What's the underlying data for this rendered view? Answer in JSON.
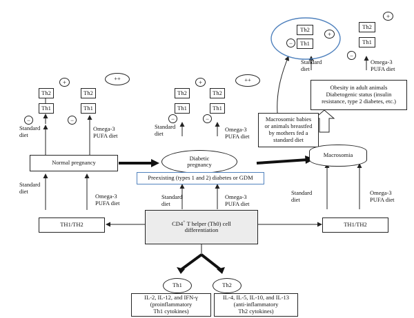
{
  "nodes": {
    "th2": "Th2",
    "th1": "Th1",
    "plus": "+",
    "plusplus": "++",
    "minus": "−",
    "standard_diet": "Standard\ndiet",
    "omega_diet": "Omega-3\nPUFA diet"
  },
  "normal_pregnancy": "Normal pregnancy",
  "diabetic_pregnancy": "Diabetic\npregnancy",
  "preexisting": "Preexisting (types 1 and 2) diabetes or GDM",
  "macrosomia": "Macrosomia",
  "macrosomic_babies": "Macrosomic babies\nor animals breastfed\nby mothers fed a\nstandard diet",
  "obesity": "Obesity in adult animals\nDiabetogenic status (insulin\nresistance, type 2 diabetes, etc.)",
  "th1_th2": "TH1/TH2",
  "cd4": "CD4",
  "cd4_sup": "+",
  "cd4_rest": " T helper (Th0) cell\ndifferentiation",
  "th1_cyt": "IL-2, IL-12, and IFN-γ\n(proinflammatory\nTh1 cytokines)",
  "th2_cyt": "IL-4, IL-5, IL-10, and IL-13\n(anti-inflammatory\nTh2 cytokines)",
  "colors": {
    "line": "#222222",
    "accent_blue": "#4f81bd",
    "gray_box": "#ececec"
  }
}
